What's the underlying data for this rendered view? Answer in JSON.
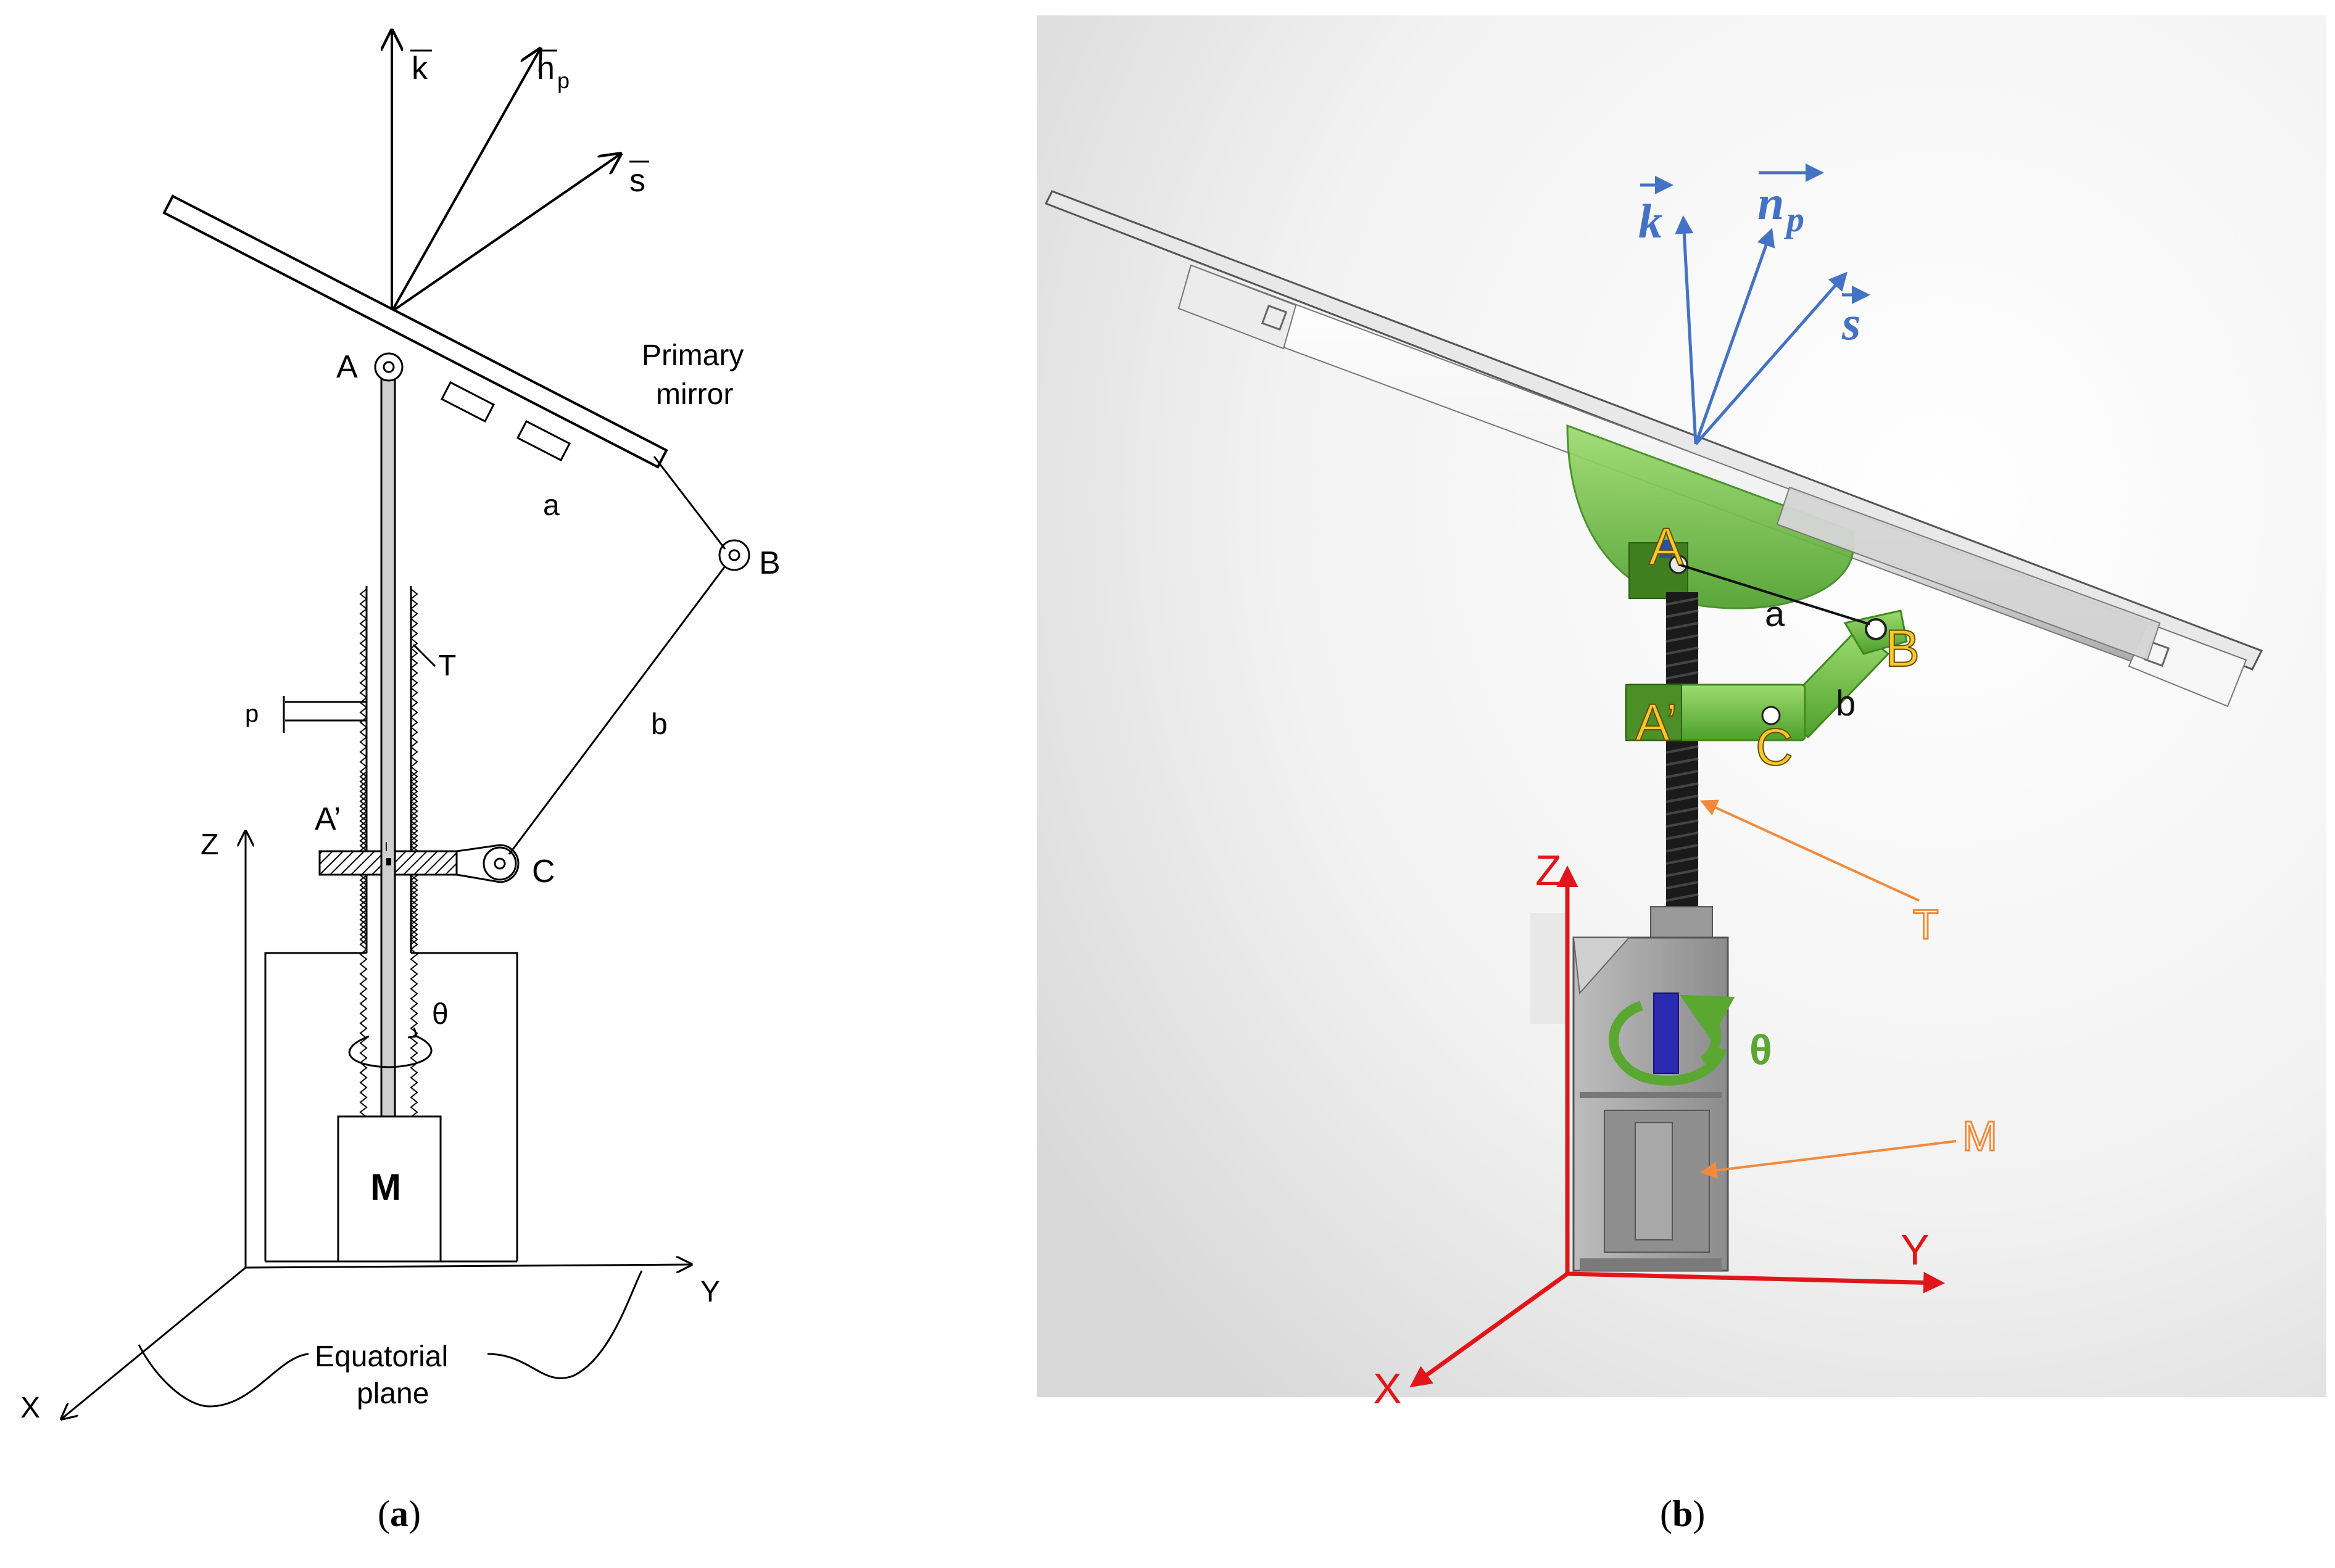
{
  "panel_a": {
    "vectors": {
      "k": "k",
      "np_main": "n",
      "np_sub": "p",
      "s": "s"
    },
    "labels": {
      "A": "A",
      "B": "B",
      "C": "C",
      "A_prime": "A’",
      "a": "a",
      "b": "b",
      "T": "T",
      "p": "p",
      "Z": "Z",
      "X": "X",
      "Y": "Y",
      "theta": "θ",
      "M": "M",
      "mirror_line1": "Primary",
      "mirror_line2": "mirror",
      "equatorial_line1": "Equatorial",
      "equatorial_line2": "plane"
    },
    "caption": {
      "open": "(",
      "letter": "a",
      "close": ")"
    },
    "colors": {
      "ink": "#000000",
      "hatch": "#000000"
    }
  },
  "panel_b": {
    "vectors": {
      "k": "k",
      "np_main": "n",
      "np_sub": "p",
      "s": "s"
    },
    "labels": {
      "A": "A",
      "B": "B",
      "C": "C",
      "A_prime": "A’",
      "a": "a",
      "b": "b",
      "T": "T",
      "M": "M",
      "theta": "θ",
      "X": "X",
      "Y": "Y",
      "Z": "Z"
    },
    "caption": {
      "open": "(",
      "letter": "b",
      "close": ")"
    },
    "colors": {
      "vector_blue": "#4472c4",
      "axis_red": "#e0161b",
      "annot_orange": "#f08a3c",
      "part_green": "#6ec040",
      "label_yellow": "#f7c82a",
      "theta_green": "#5aa832"
    }
  }
}
